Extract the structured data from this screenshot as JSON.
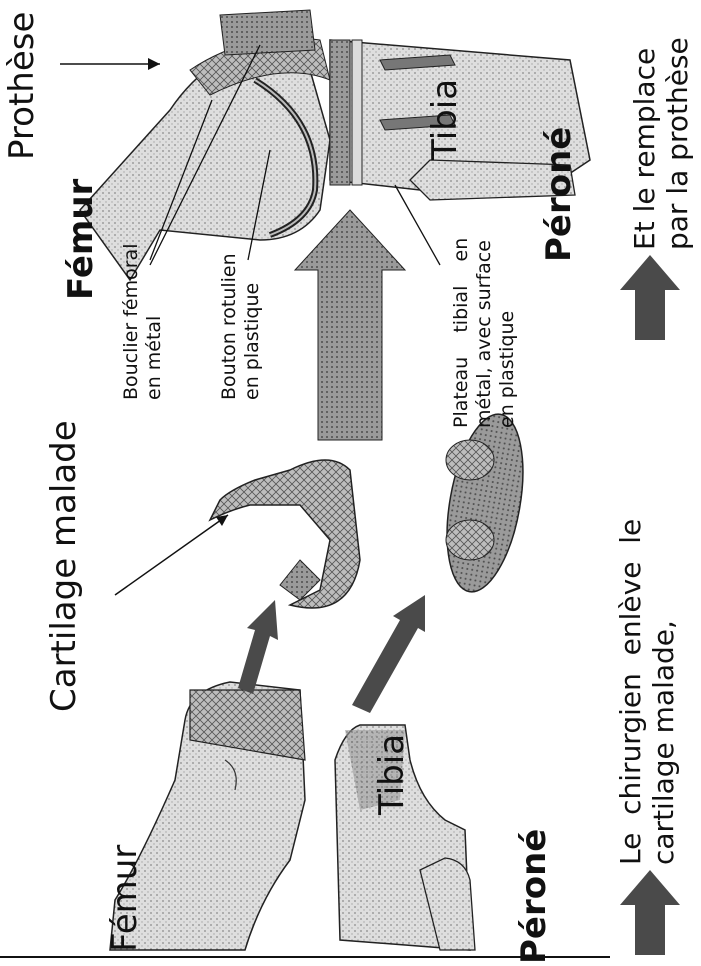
{
  "labels": {
    "femur_left": "Fémur",
    "tibia_left": "Tibia",
    "perone_left": "Péroné",
    "cartilage": "Cartilage malade",
    "femur_right": "Fémur",
    "tibia_right": "Tibia",
    "perone_right": "Péroné",
    "prothese": "Prothèse",
    "bouclier": [
      "Bouclier fémoral",
      "en métal"
    ],
    "bouton": [
      "Bouton rotulien",
      "en plastique"
    ],
    "plateau": [
      "Plateau    tibial    en",
      "métal, avec surface",
      "en plastique"
    ]
  },
  "captions": {
    "left": [
      "Le  chirurgien  enlève  le",
      "cartilage malade,"
    ],
    "right": [
      "Et le remplace",
      "par la prothèse"
    ]
  },
  "colors": {
    "arrow": "#4a4a4a",
    "ink": "#111111"
  }
}
